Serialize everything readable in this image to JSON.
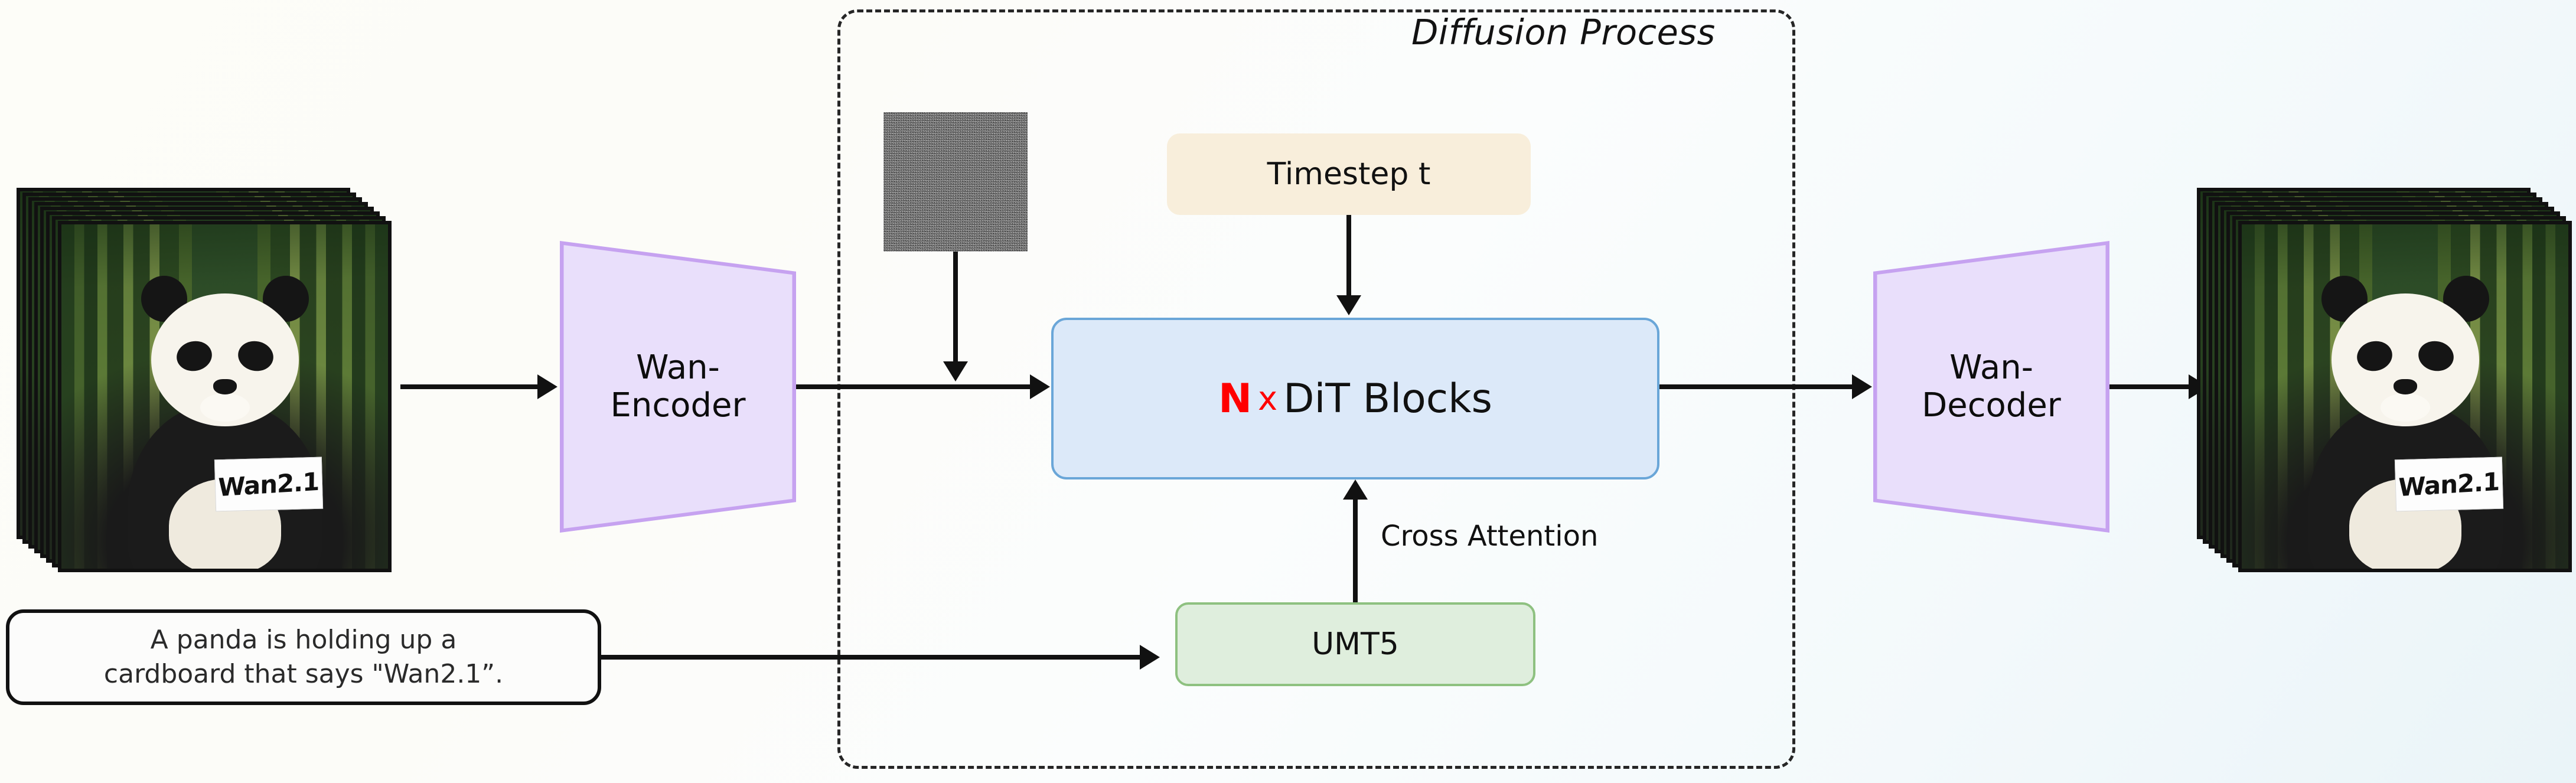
{
  "figure": {
    "title": "Wan2.1 diffusion pipeline overview",
    "background_start": "#fdfdf8",
    "background_end": "#eaf4f8"
  },
  "diffusion_group": {
    "label": "Diffusion Process",
    "border_style": "dash-dot",
    "border_color": "#262626"
  },
  "nodes": {
    "input_video": {
      "name": "input-video-stack",
      "frame_count": 8,
      "sign_text": "Wan2.1",
      "description": "A panda holding a cardboard sign in a bamboo forest"
    },
    "output_video": {
      "name": "output-video-stack",
      "frame_count": 8,
      "sign_text": "Wan2.1",
      "description": "A panda holding a cardboard sign in a bamboo forest"
    },
    "encoder": {
      "label_line1": "Wan-",
      "label_line2": "Encoder",
      "fill": "#e9dffb",
      "stroke": "#c6a2f0"
    },
    "decoder": {
      "label_line1": "Wan-",
      "label_line2": "Decoder",
      "fill": "#e9dffb",
      "stroke": "#c6a2f0"
    },
    "noise": {
      "label": "gaussian-noise-patch",
      "fill": "#8a8a8a"
    },
    "timestep": {
      "label": "Timestep t",
      "fill": "#f8eedb"
    },
    "dit": {
      "n_symbol": "N",
      "x_symbol": "x",
      "label": "DiT Blocks",
      "accent": "#ff0000",
      "fill": "#dce9f9",
      "stroke": "#6aa6d8"
    },
    "umt5": {
      "label": "UMT5",
      "fill": "#dfeedd",
      "stroke": "#8ec180"
    },
    "prompt": {
      "line1": "A panda is holding up a",
      "line2": "cardboard that says \"Wan2.1”.",
      "fill": "#fcfcfb",
      "stroke": "#111111"
    }
  },
  "edges": {
    "cross_attention": "Cross Attention"
  }
}
